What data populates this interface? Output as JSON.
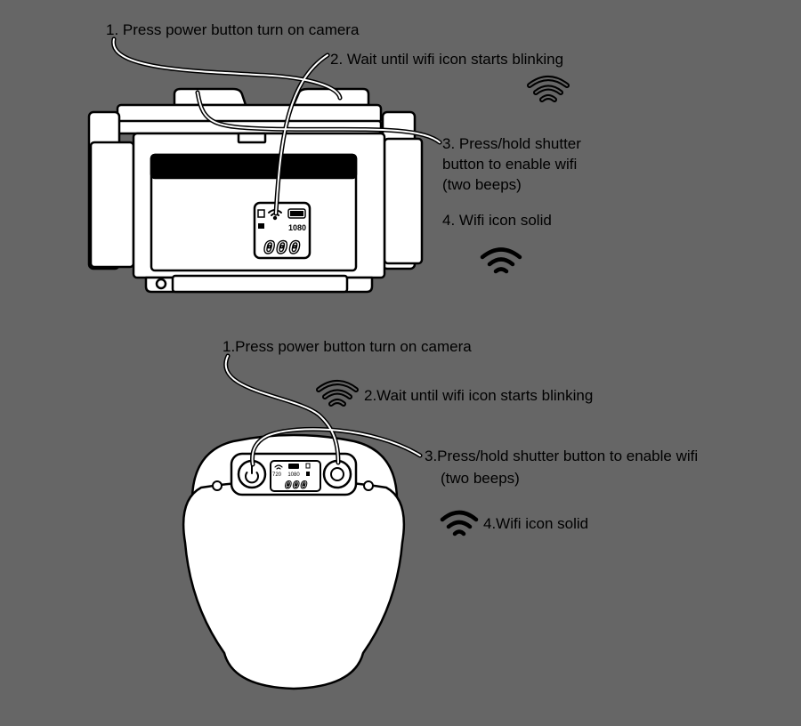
{
  "top": {
    "step1": "1. Press power button turn on camera",
    "step2": "2. Wait until wifi icon starts blinking",
    "step3_line1": "3. Press/hold shutter",
    "step3_line2": "button to enable wifi",
    "step3_line3": "(two beeps)",
    "step4": "4. Wifi icon solid",
    "lcd_resolution": "1080",
    "lcd_counter": "000"
  },
  "bottom": {
    "step1": "1.Press power button turn on camera",
    "step2": "2.Wait until wifi icon starts blinking",
    "step3_line1": "3.Press/hold shutter button to enable wifi",
    "step3_line2": "(two beeps)",
    "step4": "4.Wifi icon solid",
    "lcd_res_a": "720",
    "lcd_res_b": "1080",
    "lcd_counter": "000"
  },
  "colors": {
    "background": "#666666",
    "ink": "#000000",
    "camera_body": "#ffffff"
  },
  "icons": {
    "blinking": "wifi-outline-icon",
    "solid": "wifi-solid-icon",
    "power": "power-icon"
  }
}
